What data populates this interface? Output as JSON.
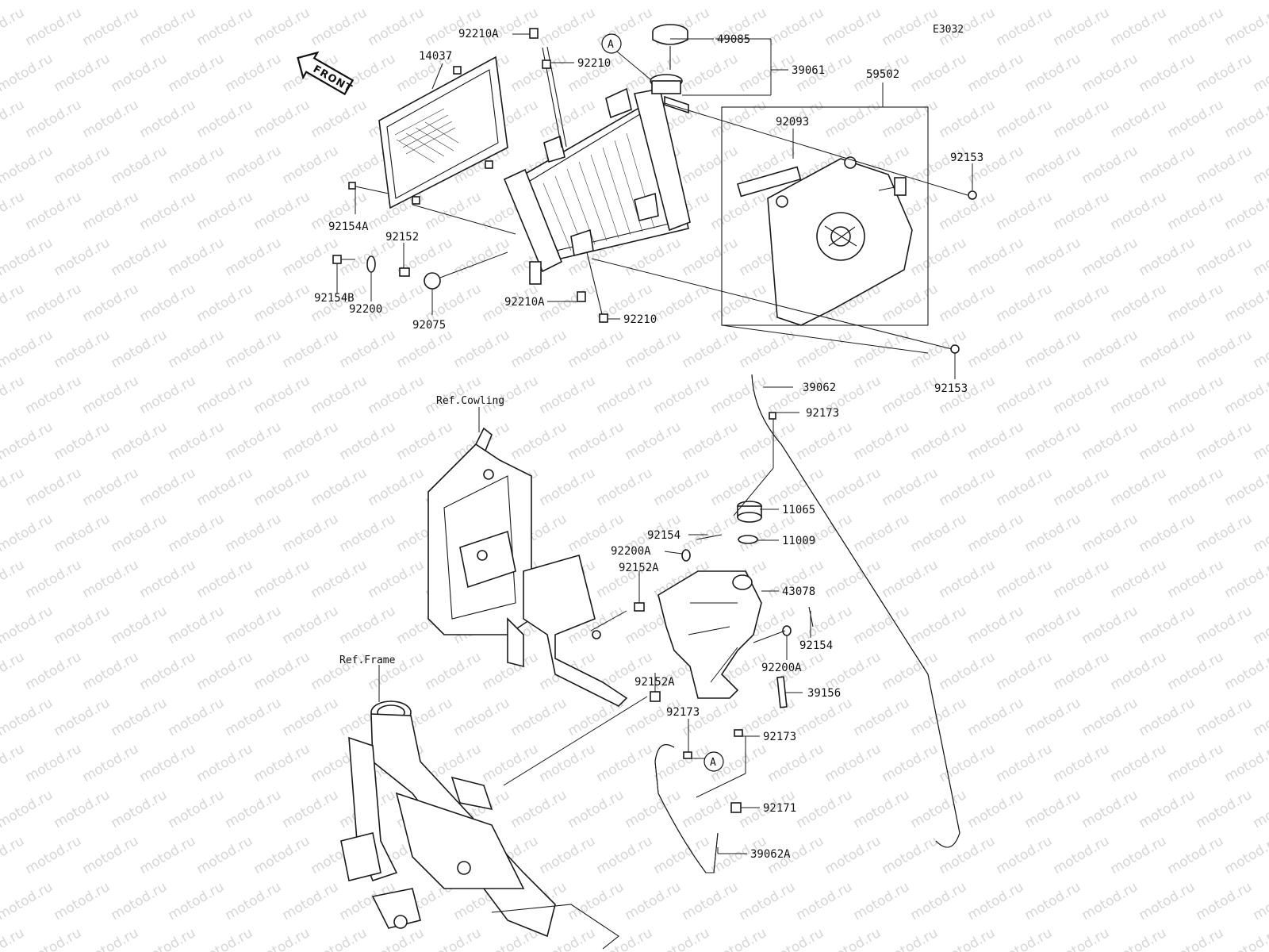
{
  "diagram_code": "E3032",
  "watermark": "motod.ru",
  "front_label": "FRONT",
  "refs": {
    "cowling": "Ref.Cowling",
    "frame": "Ref.Frame"
  },
  "marker": "A",
  "callouts": {
    "c92210A_top": "92210A",
    "c14037": "14037",
    "c92210_top": "92210",
    "c49085": "49085",
    "c39061": "39061",
    "c59502": "59502",
    "c92093": "92093",
    "c92153_top": "92153",
    "c92154A": "92154A",
    "c92152": "92152",
    "c92154B": "92154B",
    "c92200": "92200",
    "c92075": "92075",
    "c92210A_bot": "92210A",
    "c92210_bot": "92210",
    "c92153_bot": "92153",
    "c39062": "39062",
    "c92173_top": "92173",
    "c11065": "11065",
    "c11009": "11009",
    "c92154_left": "92154",
    "c92200A_left": "92200A",
    "c92152A_top": "92152A",
    "c43078": "43078",
    "c92154_right": "92154",
    "c92200A_right": "92200A",
    "c92152A_bot": "92152A",
    "c39156": "39156",
    "c92173_mid": "92173",
    "c92173_right": "92173",
    "c92171": "92171",
    "c39062A": "39062A"
  }
}
